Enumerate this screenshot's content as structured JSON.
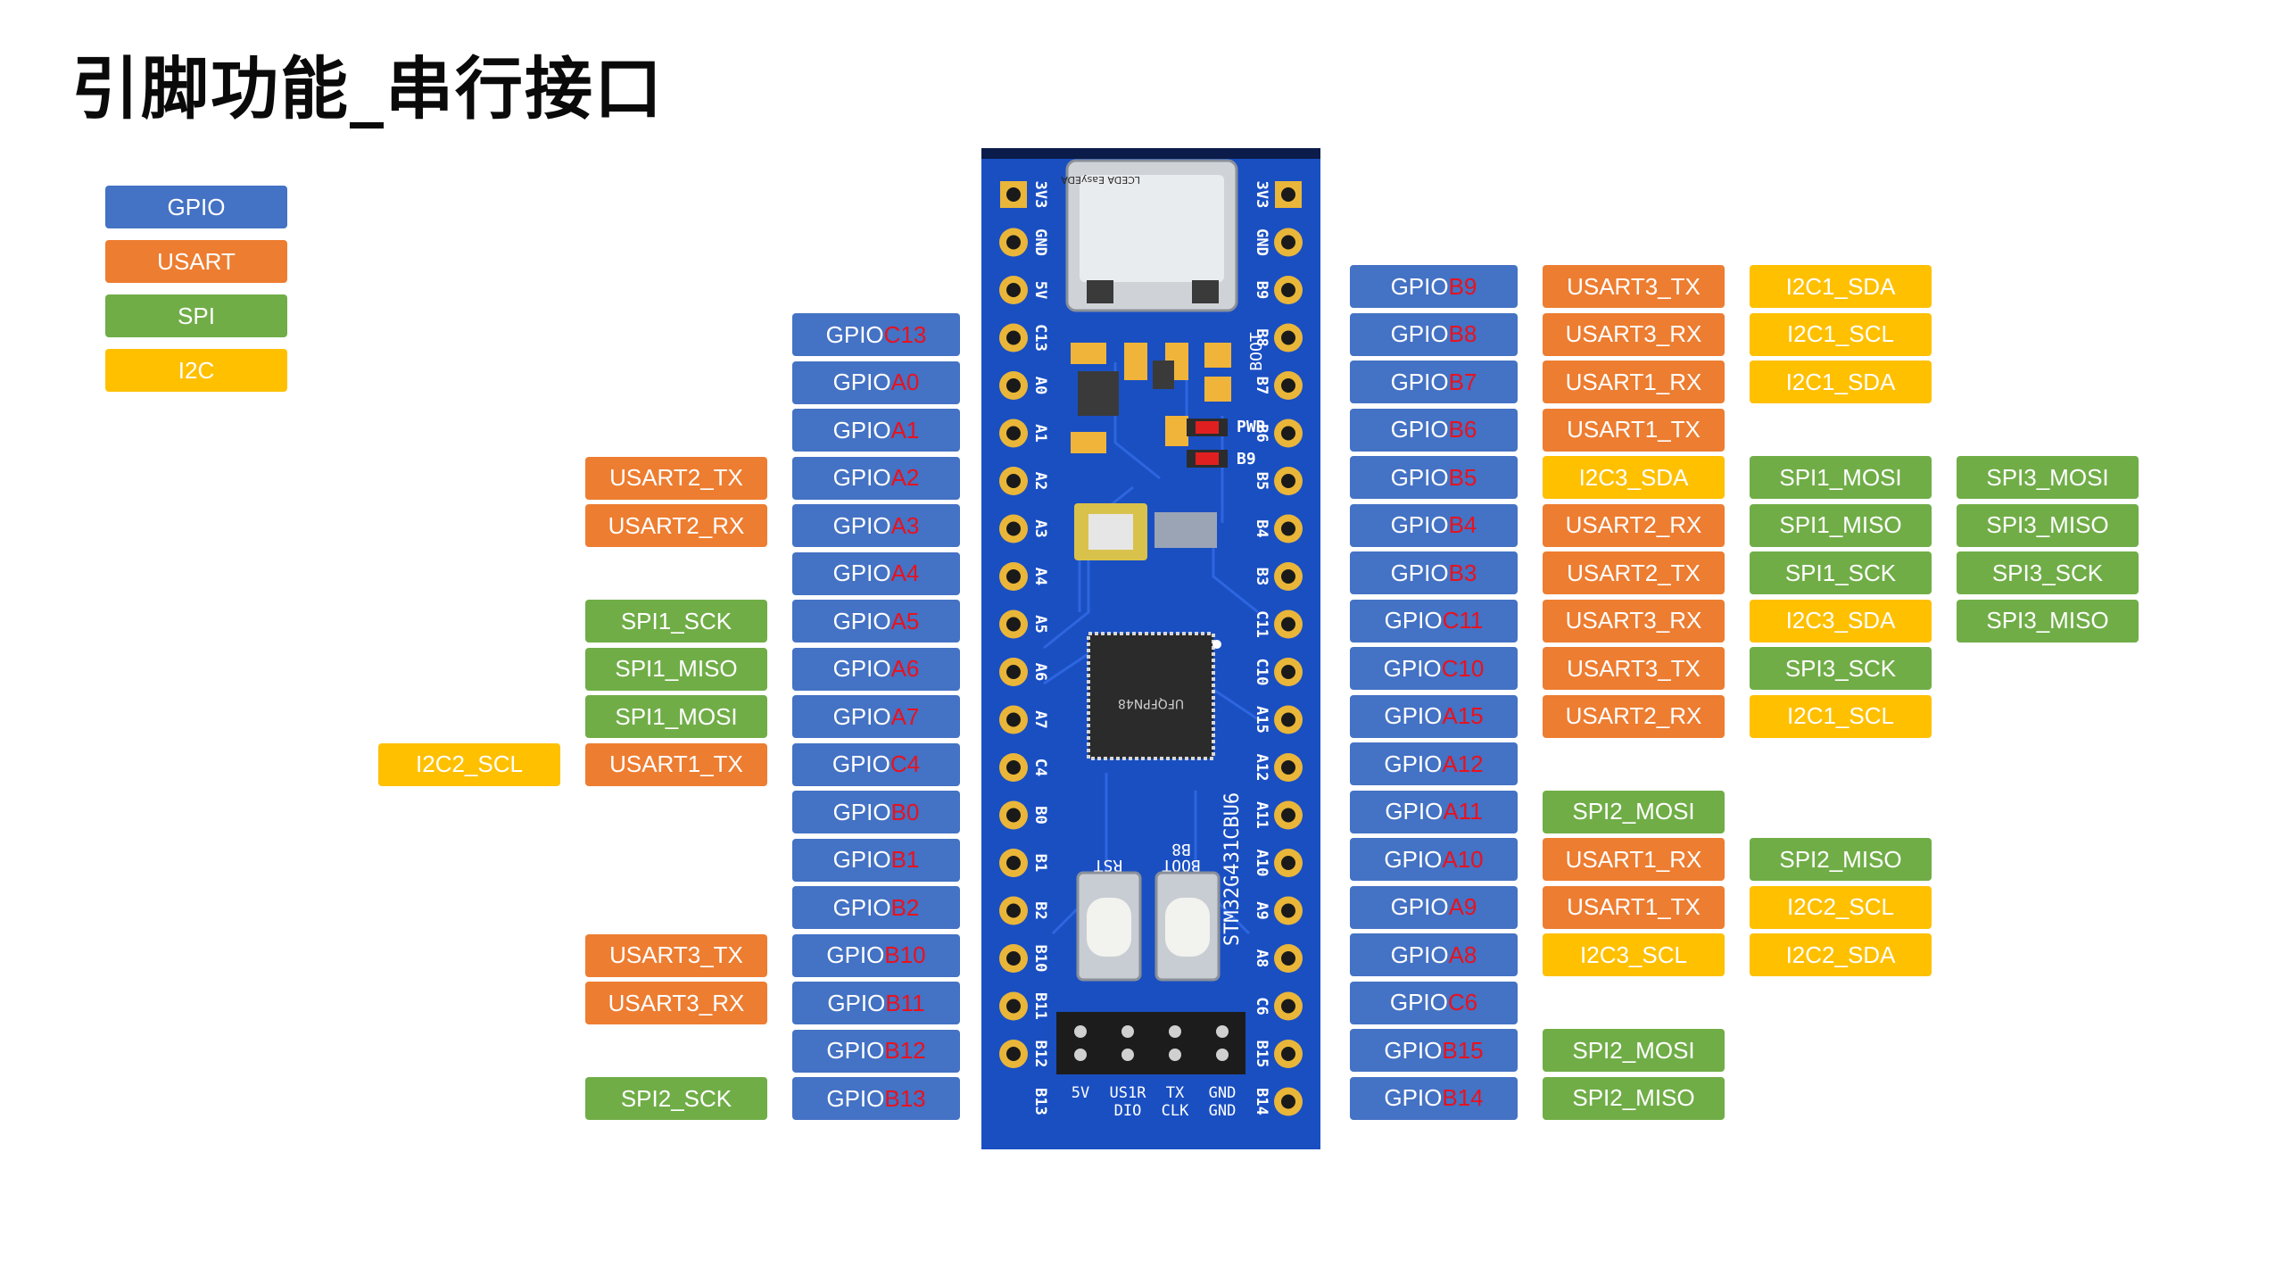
{
  "title": "引脚功能_串行接口",
  "legend": [
    {
      "label": "GPIO",
      "type": "gpio"
    },
    {
      "label": "USART",
      "type": "usart"
    },
    {
      "label": "SPI",
      "type": "spi"
    },
    {
      "label": "I2C",
      "type": "i2c"
    }
  ],
  "colors": {
    "gpio": "#4472c4",
    "usart": "#ed7d31",
    "spi": "#70ad47",
    "i2c": "#ffc000",
    "pin_name": "#e8121f",
    "pcb": "#1a4fc2"
  },
  "board": {
    "top_silk_left": [
      "3V3",
      "GND",
      "5V"
    ],
    "top_silk_right": [
      "3V3",
      "GND"
    ],
    "chip_text": "UFQFPN48",
    "mcu_name": "STM32G431CBU6",
    "rst_label": "RST",
    "boot_label": "BOOT",
    "b8_label": "B8",
    "pwr_label": "PWR",
    "b9_label": "B9",
    "boot_side_label": "BOOT",
    "logo_text": "LCEDA EasyEDA",
    "header_labels_top": [
      "5V",
      "US1R",
      "TX",
      "GND"
    ],
    "header_labels_bottom": [
      "DIO",
      "CLK",
      "GND"
    ],
    "left_pin_silk": [
      "C13",
      "A0",
      "A1",
      "A2",
      "A3",
      "A4",
      "A5",
      "A6",
      "A7",
      "C4",
      "B0",
      "B1",
      "B2",
      "B10",
      "B11",
      "B12",
      "B13"
    ],
    "right_pin_silk": [
      "B9",
      "B8",
      "B7",
      "B6",
      "B5",
      "B4",
      "B3",
      "C11",
      "C10",
      "A15",
      "A12",
      "A11",
      "A10",
      "A9",
      "A8",
      "C6",
      "B15",
      "B14"
    ]
  },
  "left_pins": [
    {
      "port": "C",
      "num": "13",
      "funcs": []
    },
    {
      "port": "A",
      "num": "0",
      "funcs": []
    },
    {
      "port": "A",
      "num": "1",
      "funcs": []
    },
    {
      "port": "A",
      "num": "2",
      "funcs": [
        {
          "label": "USART2_TX",
          "type": "usart"
        }
      ]
    },
    {
      "port": "A",
      "num": "3",
      "funcs": [
        {
          "label": "USART2_RX",
          "type": "usart"
        }
      ]
    },
    {
      "port": "A",
      "num": "4",
      "funcs": []
    },
    {
      "port": "A",
      "num": "5",
      "funcs": [
        {
          "label": "SPI1_SCK",
          "type": "spi"
        }
      ]
    },
    {
      "port": "A",
      "num": "6",
      "funcs": [
        {
          "label": "SPI1_MISO",
          "type": "spi"
        }
      ]
    },
    {
      "port": "A",
      "num": "7",
      "funcs": [
        {
          "label": "SPI1_MOSI",
          "type": "spi"
        }
      ]
    },
    {
      "port": "C",
      "num": "4",
      "funcs": [
        {
          "label": "USART1_TX",
          "type": "usart"
        },
        {
          "label": "I2C2_SCL",
          "type": "i2c"
        }
      ]
    },
    {
      "port": "B",
      "num": "0",
      "funcs": []
    },
    {
      "port": "B",
      "num": "1",
      "funcs": []
    },
    {
      "port": "B",
      "num": "2",
      "funcs": []
    },
    {
      "port": "B",
      "num": "10",
      "funcs": [
        {
          "label": "USART3_TX",
          "type": "usart"
        }
      ]
    },
    {
      "port": "B",
      "num": "11",
      "funcs": [
        {
          "label": "USART3_RX",
          "type": "usart"
        }
      ]
    },
    {
      "port": "B",
      "num": "12",
      "funcs": []
    },
    {
      "port": "B",
      "num": "13",
      "funcs": [
        {
          "label": "SPI2_SCK",
          "type": "spi"
        }
      ]
    }
  ],
  "right_pins": [
    {
      "port": "B",
      "num": "9",
      "funcs": [
        {
          "label": "USART3_TX",
          "type": "usart"
        },
        {
          "label": "I2C1_SDA",
          "type": "i2c"
        }
      ]
    },
    {
      "port": "B",
      "num": "8",
      "funcs": [
        {
          "label": "USART3_RX",
          "type": "usart"
        },
        {
          "label": "I2C1_SCL",
          "type": "i2c"
        }
      ]
    },
    {
      "port": "B",
      "num": "7",
      "funcs": [
        {
          "label": "USART1_RX",
          "type": "usart"
        },
        {
          "label": "I2C1_SDA",
          "type": "i2c"
        }
      ]
    },
    {
      "port": "B",
      "num": "6",
      "funcs": [
        {
          "label": "USART1_TX",
          "type": "usart"
        }
      ]
    },
    {
      "port": "B",
      "num": "5",
      "funcs": [
        {
          "label": "I2C3_SDA",
          "type": "i2c"
        },
        {
          "label": "SPI1_MOSI",
          "type": "spi"
        },
        {
          "label": "SPI3_MOSI",
          "type": "spi"
        }
      ]
    },
    {
      "port": "B",
      "num": "4",
      "funcs": [
        {
          "label": "USART2_RX",
          "type": "usart"
        },
        {
          "label": "SPI1_MISO",
          "type": "spi"
        },
        {
          "label": "SPI3_MISO",
          "type": "spi"
        }
      ]
    },
    {
      "port": "B",
      "num": "3",
      "funcs": [
        {
          "label": "USART2_TX",
          "type": "usart"
        },
        {
          "label": "SPI1_SCK",
          "type": "spi"
        },
        {
          "label": "SPI3_SCK",
          "type": "spi"
        }
      ]
    },
    {
      "port": "C",
      "num": "11",
      "funcs": [
        {
          "label": "USART3_RX",
          "type": "usart"
        },
        {
          "label": "I2C3_SDA",
          "type": "i2c"
        },
        {
          "label": "SPI3_MISO",
          "type": "spi"
        }
      ]
    },
    {
      "port": "C",
      "num": "10",
      "funcs": [
        {
          "label": "USART3_TX",
          "type": "usart"
        },
        {
          "label": "SPI3_SCK",
          "type": "spi"
        }
      ]
    },
    {
      "port": "A",
      "num": "15",
      "funcs": [
        {
          "label": "USART2_RX",
          "type": "usart"
        },
        {
          "label": "I2C1_SCL",
          "type": "i2c"
        }
      ]
    },
    {
      "port": "A",
      "num": "12",
      "funcs": []
    },
    {
      "port": "A",
      "num": "11",
      "funcs": [
        {
          "label": "SPI2_MOSI",
          "type": "spi"
        }
      ]
    },
    {
      "port": "A",
      "num": "10",
      "funcs": [
        {
          "label": "USART1_RX",
          "type": "usart"
        },
        {
          "label": "SPI2_MISO",
          "type": "spi"
        }
      ]
    },
    {
      "port": "A",
      "num": "9",
      "funcs": [
        {
          "label": "USART1_TX",
          "type": "usart"
        },
        {
          "label": "I2C2_SCL",
          "type": "i2c"
        }
      ]
    },
    {
      "port": "A",
      "num": "8",
      "funcs": [
        {
          "label": "I2C3_SCL",
          "type": "i2c"
        },
        {
          "label": "I2C2_SDA",
          "type": "i2c"
        }
      ]
    },
    {
      "port": "C",
      "num": "6",
      "funcs": []
    },
    {
      "port": "B",
      "num": "15",
      "funcs": [
        {
          "label": "SPI2_MOSI",
          "type": "spi"
        }
      ]
    },
    {
      "port": "B",
      "num": "14",
      "funcs": [
        {
          "label": "SPI2_MISO",
          "type": "spi"
        }
      ]
    }
  ]
}
